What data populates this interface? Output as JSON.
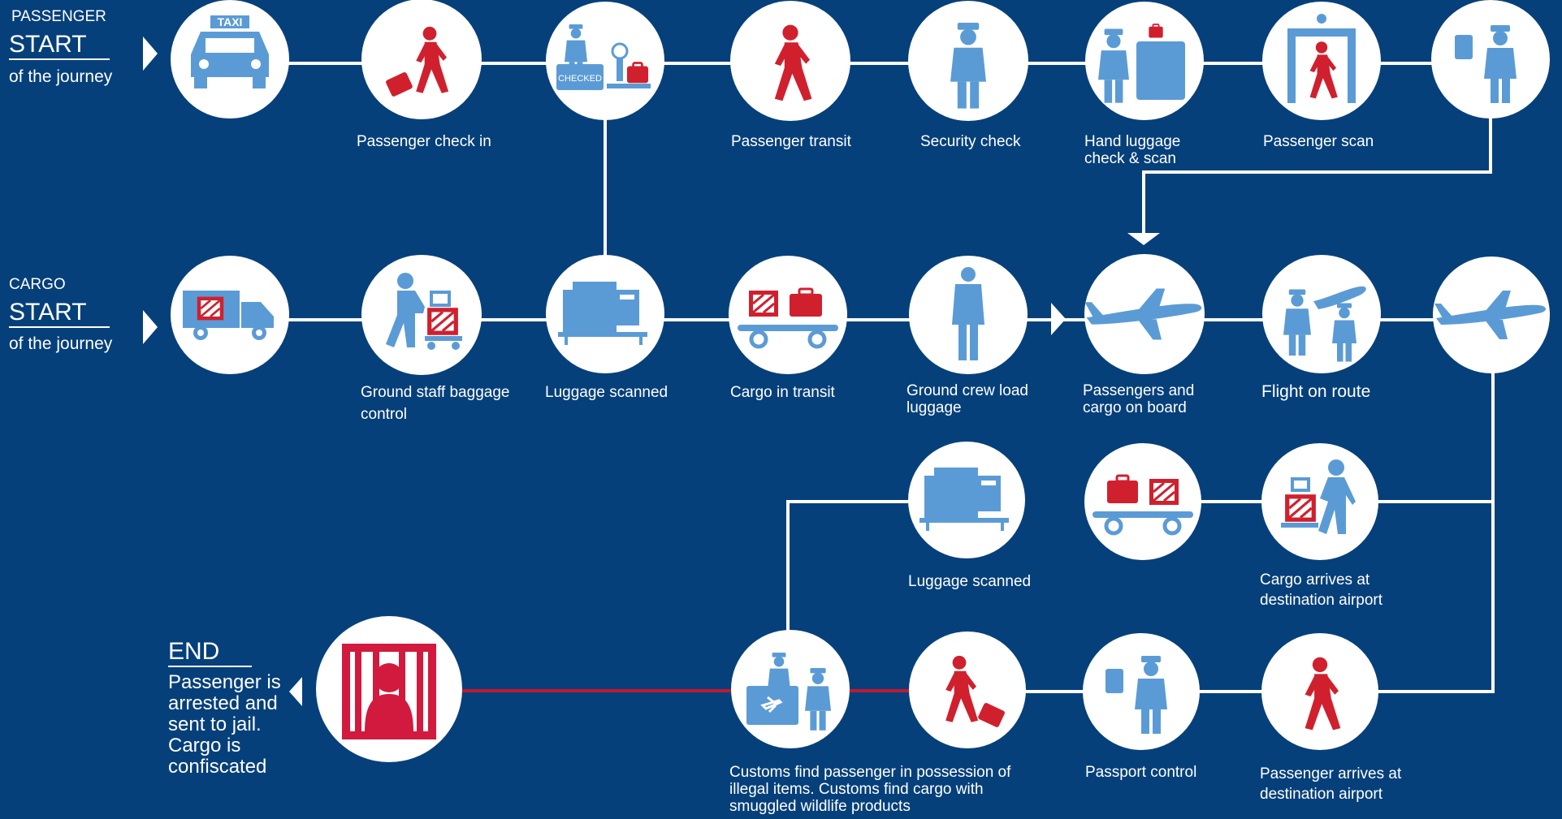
{
  "headers": {
    "passenger_label": "PASSENGER",
    "passenger_start": "START",
    "passenger_sub": "of the journey",
    "cargo_label": "CARGO",
    "cargo_start": "START",
    "cargo_sub": "of the journey",
    "end_title": "END",
    "end_text": "Passenger is arrested  and sent to jail. Cargo is confiscated"
  },
  "taxi_sign": "TAXI",
  "checked_sign": "CHECKED",
  "labels": {
    "passenger_check_in": "Passenger check in",
    "passenger_transit": "Passenger transit",
    "security_check": "Security check",
    "hand_luggage": "Hand luggage check & scan",
    "passenger_scan": "Passenger scan",
    "ground_staff": "Ground staff  baggage control",
    "luggage_scanned_1": "Luggage scanned",
    "cargo_transit": "Cargo in transit",
    "ground_crew": "Ground crew load luggage",
    "on_board": "Passengers and cargo on board",
    "flight": "Flight on route",
    "luggage_scanned_2": "Luggage scanned",
    "cargo_arrives": "Cargo arrives at destination airport",
    "customs": "Customs  find passenger in possession of illegal items. Customs find cargo with smuggled wildlife products",
    "passport": "Passport control",
    "passenger_arrives": "Passenger arrives at destination airport"
  },
  "colors": {
    "background": "#06407b",
    "circle": "#ffffff",
    "icon_blue": "#5b9bd5",
    "icon_red": "#d0202e",
    "jail_red": "#d11a3d",
    "line": "#ffffff"
  }
}
